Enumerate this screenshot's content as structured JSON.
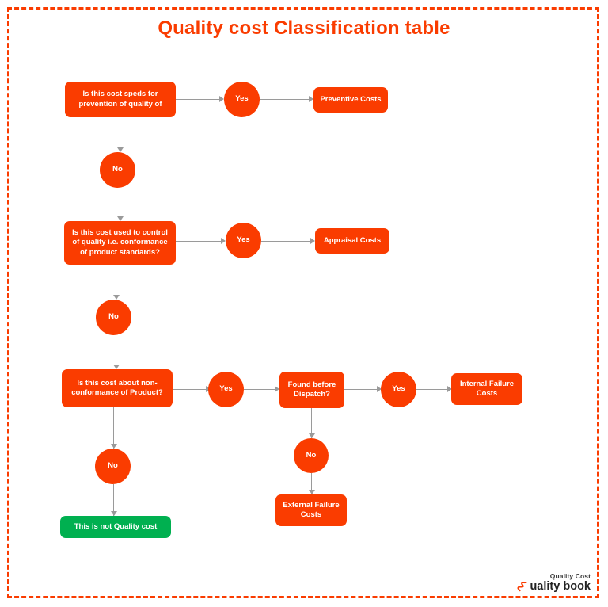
{
  "title": "Quality cost Classification table",
  "colors": {
    "primary": "#FA3C00",
    "green": "#00B050",
    "connector": "#9a9a9a",
    "text_on_fill": "#FFFFFF"
  },
  "flow": {
    "decisions": [
      {
        "id": "d1",
        "text": "Is this cost speds for prevention of quality of"
      },
      {
        "id": "d2",
        "text": "Is this cost used to control of quality i.e. conformance of product standards?"
      },
      {
        "id": "d3",
        "text": "Is this cost about non-conformance of Product?"
      },
      {
        "id": "d4",
        "text": "Found before Dispatch?"
      }
    ],
    "branches": {
      "yes1": "Yes",
      "no1": "No",
      "yes2": "Yes",
      "no2": "No",
      "yes3": "Yes",
      "no3": "No",
      "yes4": "Yes",
      "no4": "No"
    },
    "results": [
      {
        "id": "r1",
        "text": "Preventive Costs",
        "color": "#FA3C00"
      },
      {
        "id": "r2",
        "text": "Appraisal Costs",
        "color": "#FA3C00"
      },
      {
        "id": "r3",
        "text": "Internal Failure Costs",
        "color": "#FA3C00"
      },
      {
        "id": "r4",
        "text": "External Failure Costs",
        "color": "#FA3C00"
      },
      {
        "id": "r5",
        "text": "This is not Quality cost",
        "color": "#00B050"
      }
    ]
  },
  "logo": {
    "tagline": "Quality Cost",
    "name": "uality book"
  }
}
